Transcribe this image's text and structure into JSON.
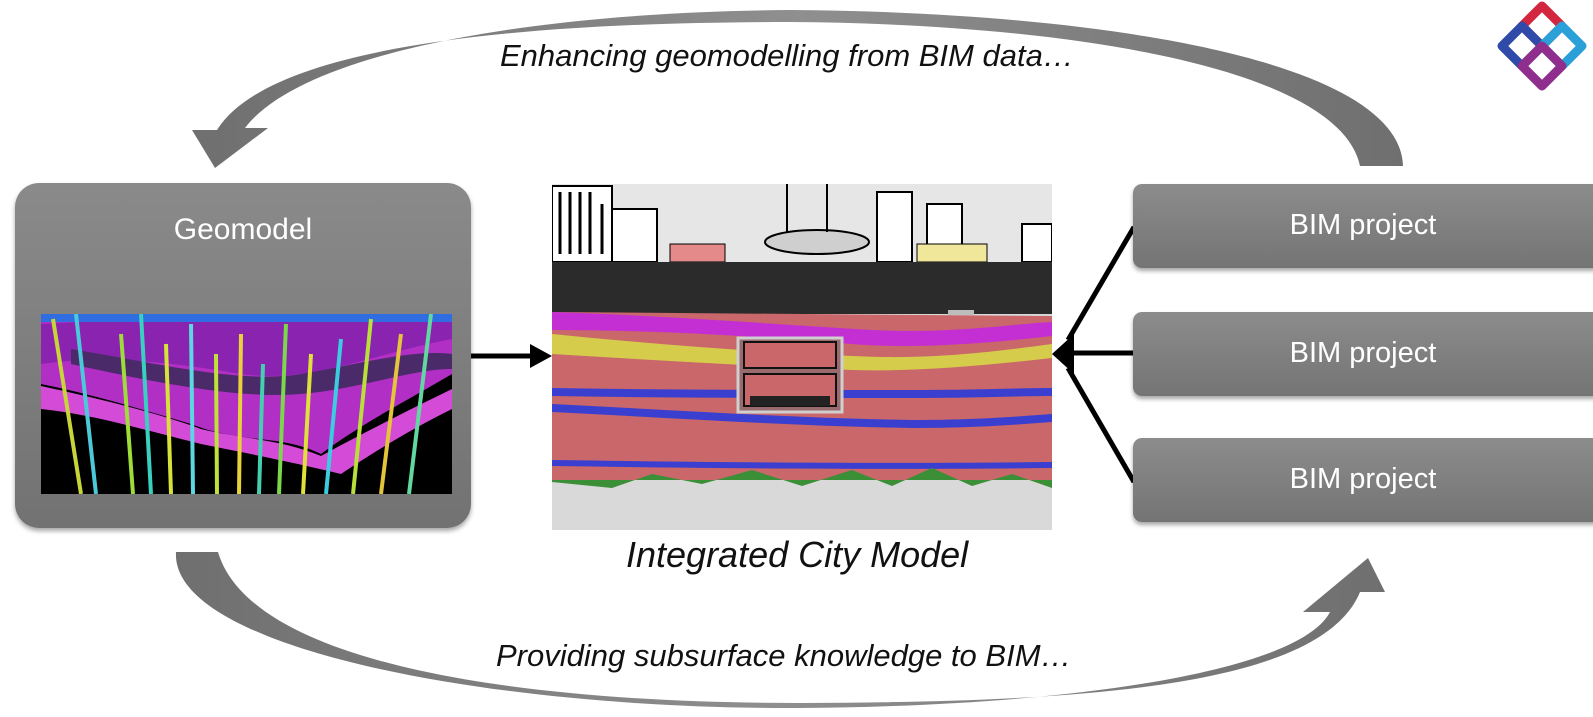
{
  "captions": {
    "top": "Enhancing geomodelling from BIM data…",
    "bottom": "Providing subsurface knowledge to BIM…",
    "city": "Integrated City Model"
  },
  "geomodel": {
    "title": "Geomodel"
  },
  "bim_projects": [
    {
      "label": "BIM project"
    },
    {
      "label": "BIM project"
    },
    {
      "label": "BIM project"
    }
  ],
  "colors": {
    "box_gray": "#7f7f7f",
    "arrow_gray": "#7a7a7a",
    "layer_red": "#c9676a",
    "layer_yellow": "#d6cc4c",
    "layer_blue": "#3b3fd0",
    "layer_magenta": "#c42fd3",
    "surface_dark": "#2b2b2b",
    "ground_green": "#3b8f36"
  },
  "icons": [
    "logo-icon"
  ]
}
